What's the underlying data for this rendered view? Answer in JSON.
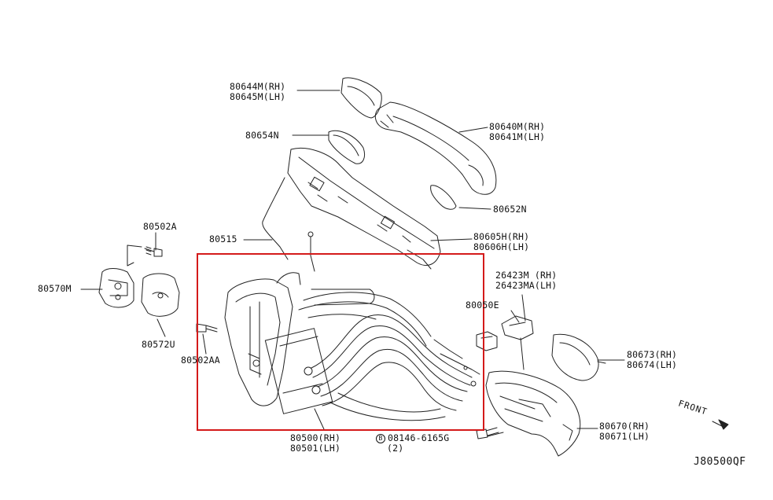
{
  "diagram_code": "J80500QF",
  "front_label": "FRONT",
  "highlight_color": "#d41a1a",
  "parts": [
    {
      "id": "outer-handle-bezel",
      "lines": [
        "80644M(RH)",
        "80645M(LH)"
      ]
    },
    {
      "id": "outer-handle",
      "lines": [
        "80640M(RH)",
        "80641M(LH)"
      ]
    },
    {
      "id": "handle-gasket-front",
      "lines": [
        "80654N"
      ]
    },
    {
      "id": "handle-gasket-rear",
      "lines": [
        "80652N"
      ]
    },
    {
      "id": "handle-bracket",
      "lines": [
        "80605H(RH)",
        "80606H(LH)"
      ]
    },
    {
      "id": "lock-rod",
      "lines": [
        "80515"
      ]
    },
    {
      "id": "striker-screw",
      "lines": [
        "80502A"
      ]
    },
    {
      "id": "striker",
      "lines": [
        "80570M"
      ]
    },
    {
      "id": "striker-shim",
      "lines": [
        "80572U"
      ]
    },
    {
      "id": "lock-screw",
      "lines": [
        "80502AA"
      ]
    },
    {
      "id": "door-lock-actuator",
      "lines": [
        "80500(RH)",
        "80501(LH)"
      ]
    },
    {
      "id": "bolt",
      "symbol": "B",
      "lines": [
        "08146-6165G",
        "(2)"
      ]
    },
    {
      "id": "lock-switch-connector",
      "lines": [
        "80050E"
      ]
    },
    {
      "id": "key-cylinder-switch",
      "lines": [
        "26423M  (RH)",
        "26423MA(LH)"
      ]
    },
    {
      "id": "cover-rear",
      "lines": [
        "80673(RH)",
        "80674(LH)"
      ]
    },
    {
      "id": "cover-lower",
      "lines": [
        "80670(RH)",
        "80671(LH)"
      ]
    }
  ]
}
